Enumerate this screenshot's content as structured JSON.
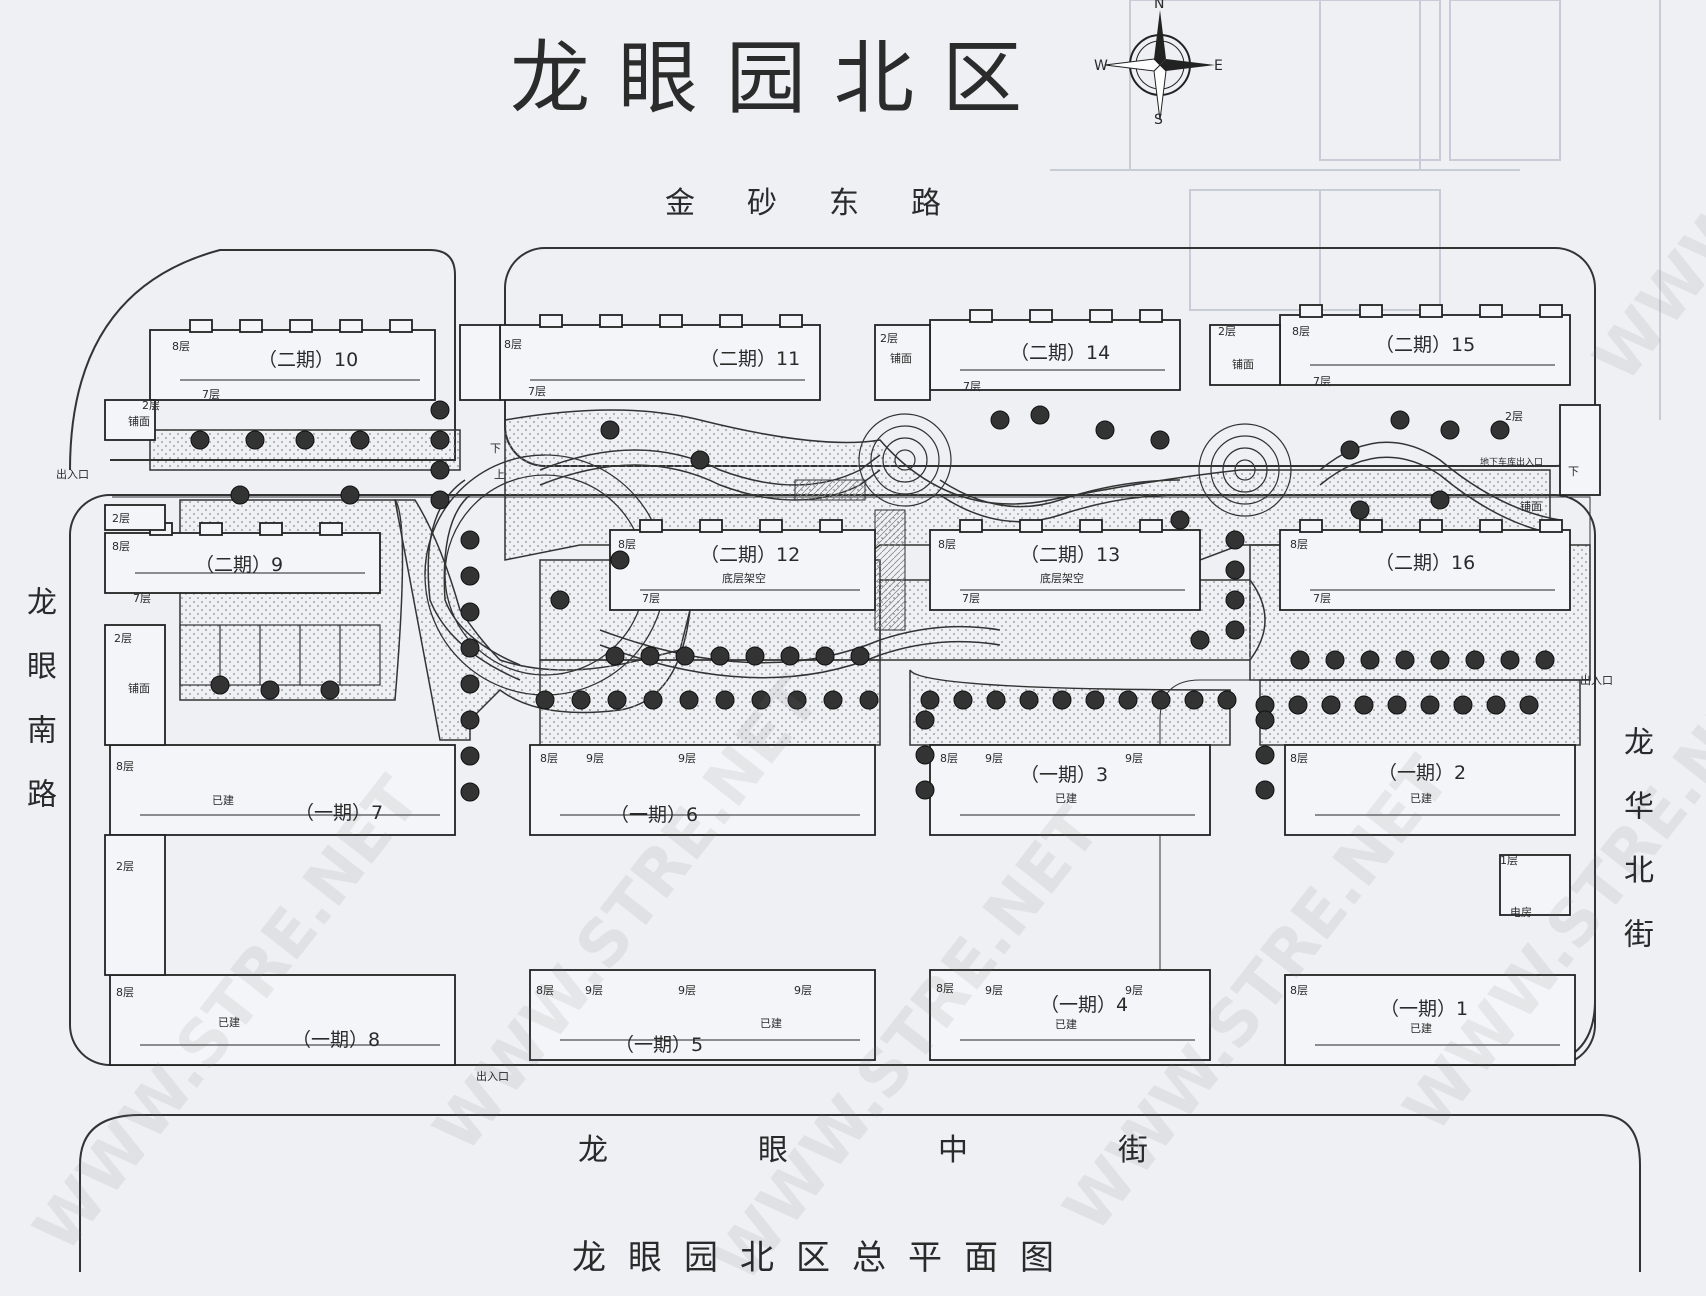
{
  "title": "龙眼园北区",
  "subtitle": "龙眼园北区总平面图",
  "compass": {
    "n": "N",
    "s": "S",
    "e": "E",
    "w": "W"
  },
  "roads": {
    "north": "金砂东路",
    "south": "龙眼中街",
    "west": "龙眼南路",
    "east": "龙华北街"
  },
  "gates": {
    "label": "出入口"
  },
  "buildings": [
    {
      "id": "b10",
      "label": "（二期）10",
      "floors": [
        "8层",
        "7层",
        "2层"
      ],
      "tag": "铺面"
    },
    {
      "id": "b11",
      "label": "（二期）11",
      "floors": [
        "8层",
        "7层"
      ],
      "tag": ""
    },
    {
      "id": "b14",
      "label": "（二期）14",
      "floors": [
        "2层",
        "7层"
      ],
      "tag": "铺面"
    },
    {
      "id": "b15",
      "label": "（二期）15",
      "floors": [
        "2层",
        "8层",
        "7层"
      ],
      "tag": "铺面"
    },
    {
      "id": "b9",
      "label": "（二期）9",
      "floors": [
        "2层",
        "8层",
        "7层"
      ],
      "tag": ""
    },
    {
      "id": "b12",
      "label": "（二期）12",
      "floors": [
        "8层",
        "7层"
      ],
      "tag": "底层架空"
    },
    {
      "id": "b13",
      "label": "（二期）13",
      "floors": [
        "8层",
        "7层"
      ],
      "tag": "底层架空"
    },
    {
      "id": "b16",
      "label": "（二期）16",
      "floors": [
        "8层",
        "7层",
        "2层"
      ],
      "tag": "铺面"
    },
    {
      "id": "b7",
      "label": "（一期）7",
      "floors": [
        "2层",
        "8层"
      ],
      "tag": "已建"
    },
    {
      "id": "b6",
      "label": "（一期）6",
      "floors": [
        "8层",
        "9层",
        "9层"
      ],
      "tag": ""
    },
    {
      "id": "b3",
      "label": "（一期）3",
      "floors": [
        "8层",
        "9层",
        "9层"
      ],
      "tag": "已建"
    },
    {
      "id": "b2",
      "label": "（一期）2",
      "floors": [
        "8层",
        "1层"
      ],
      "tag": "已建"
    },
    {
      "id": "b8",
      "label": "（一期）8",
      "floors": [
        "2层",
        "8层"
      ],
      "tag": "已建"
    },
    {
      "id": "b5",
      "label": "（一期）5",
      "floors": [
        "8层",
        "9层",
        "9层",
        "9层"
      ],
      "tag": "已建"
    },
    {
      "id": "b4",
      "label": "（一期）4",
      "floors": [
        "8层",
        "9层",
        "9层"
      ],
      "tag": "已建"
    },
    {
      "id": "b1",
      "label": "（一期）1",
      "floors": [
        "8层"
      ],
      "tag": "已建"
    }
  ],
  "misc": {
    "shop": "铺面",
    "power_room": "电房",
    "garage_entry": "地下车库出入口",
    "up": "上",
    "down": "下",
    "shop2": "铺面",
    "floor_2": "2层"
  },
  "watermark": "WWW.STRE.NET",
  "colors": {
    "paper": "#eef0f4",
    "ink": "#2a2a2a",
    "dots": "#777777"
  }
}
